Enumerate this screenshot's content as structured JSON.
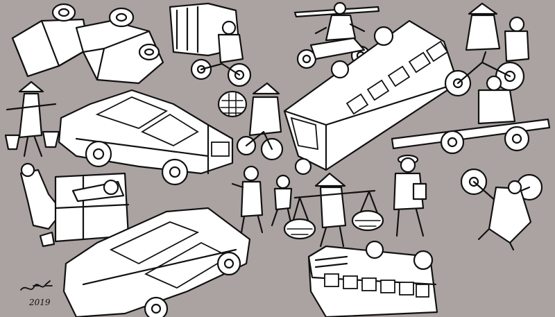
{
  "scene": {
    "background_color": "#aba3a1",
    "ink_color": "#111111",
    "fill_color": "#ffffff",
    "style": "hand-drawn line sketch"
  },
  "signature": {
    "rendered_as": "handwritten-signature-drawing",
    "text": "2019"
  }
}
